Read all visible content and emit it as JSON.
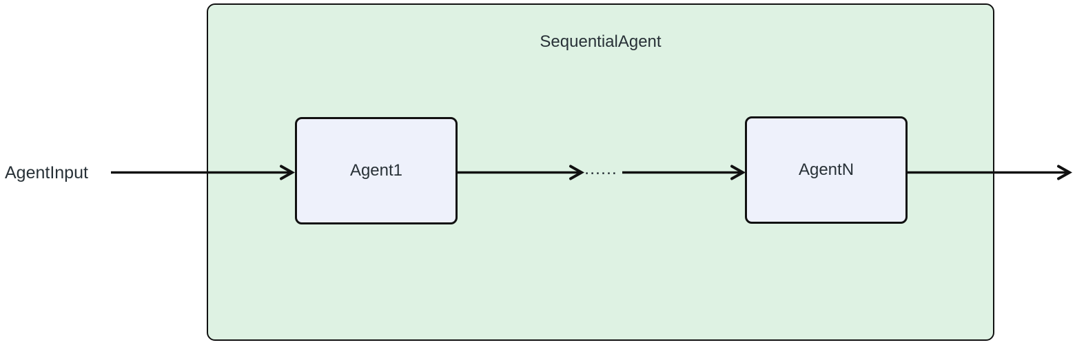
{
  "diagram": {
    "container": {
      "label": "SequentialAgent"
    },
    "input_label": "AgentInput",
    "edge_label": "......",
    "nodes": [
      {
        "label": "Agent1"
      },
      {
        "label": "AgentN"
      }
    ],
    "colors": {
      "canvas_bg": "#ffffff",
      "container_fill": "#def2e3",
      "container_border": "#111111",
      "node_fill": "#eef1fb",
      "node_border": "#111111",
      "text": "#283137",
      "arrow": "#111111"
    }
  }
}
